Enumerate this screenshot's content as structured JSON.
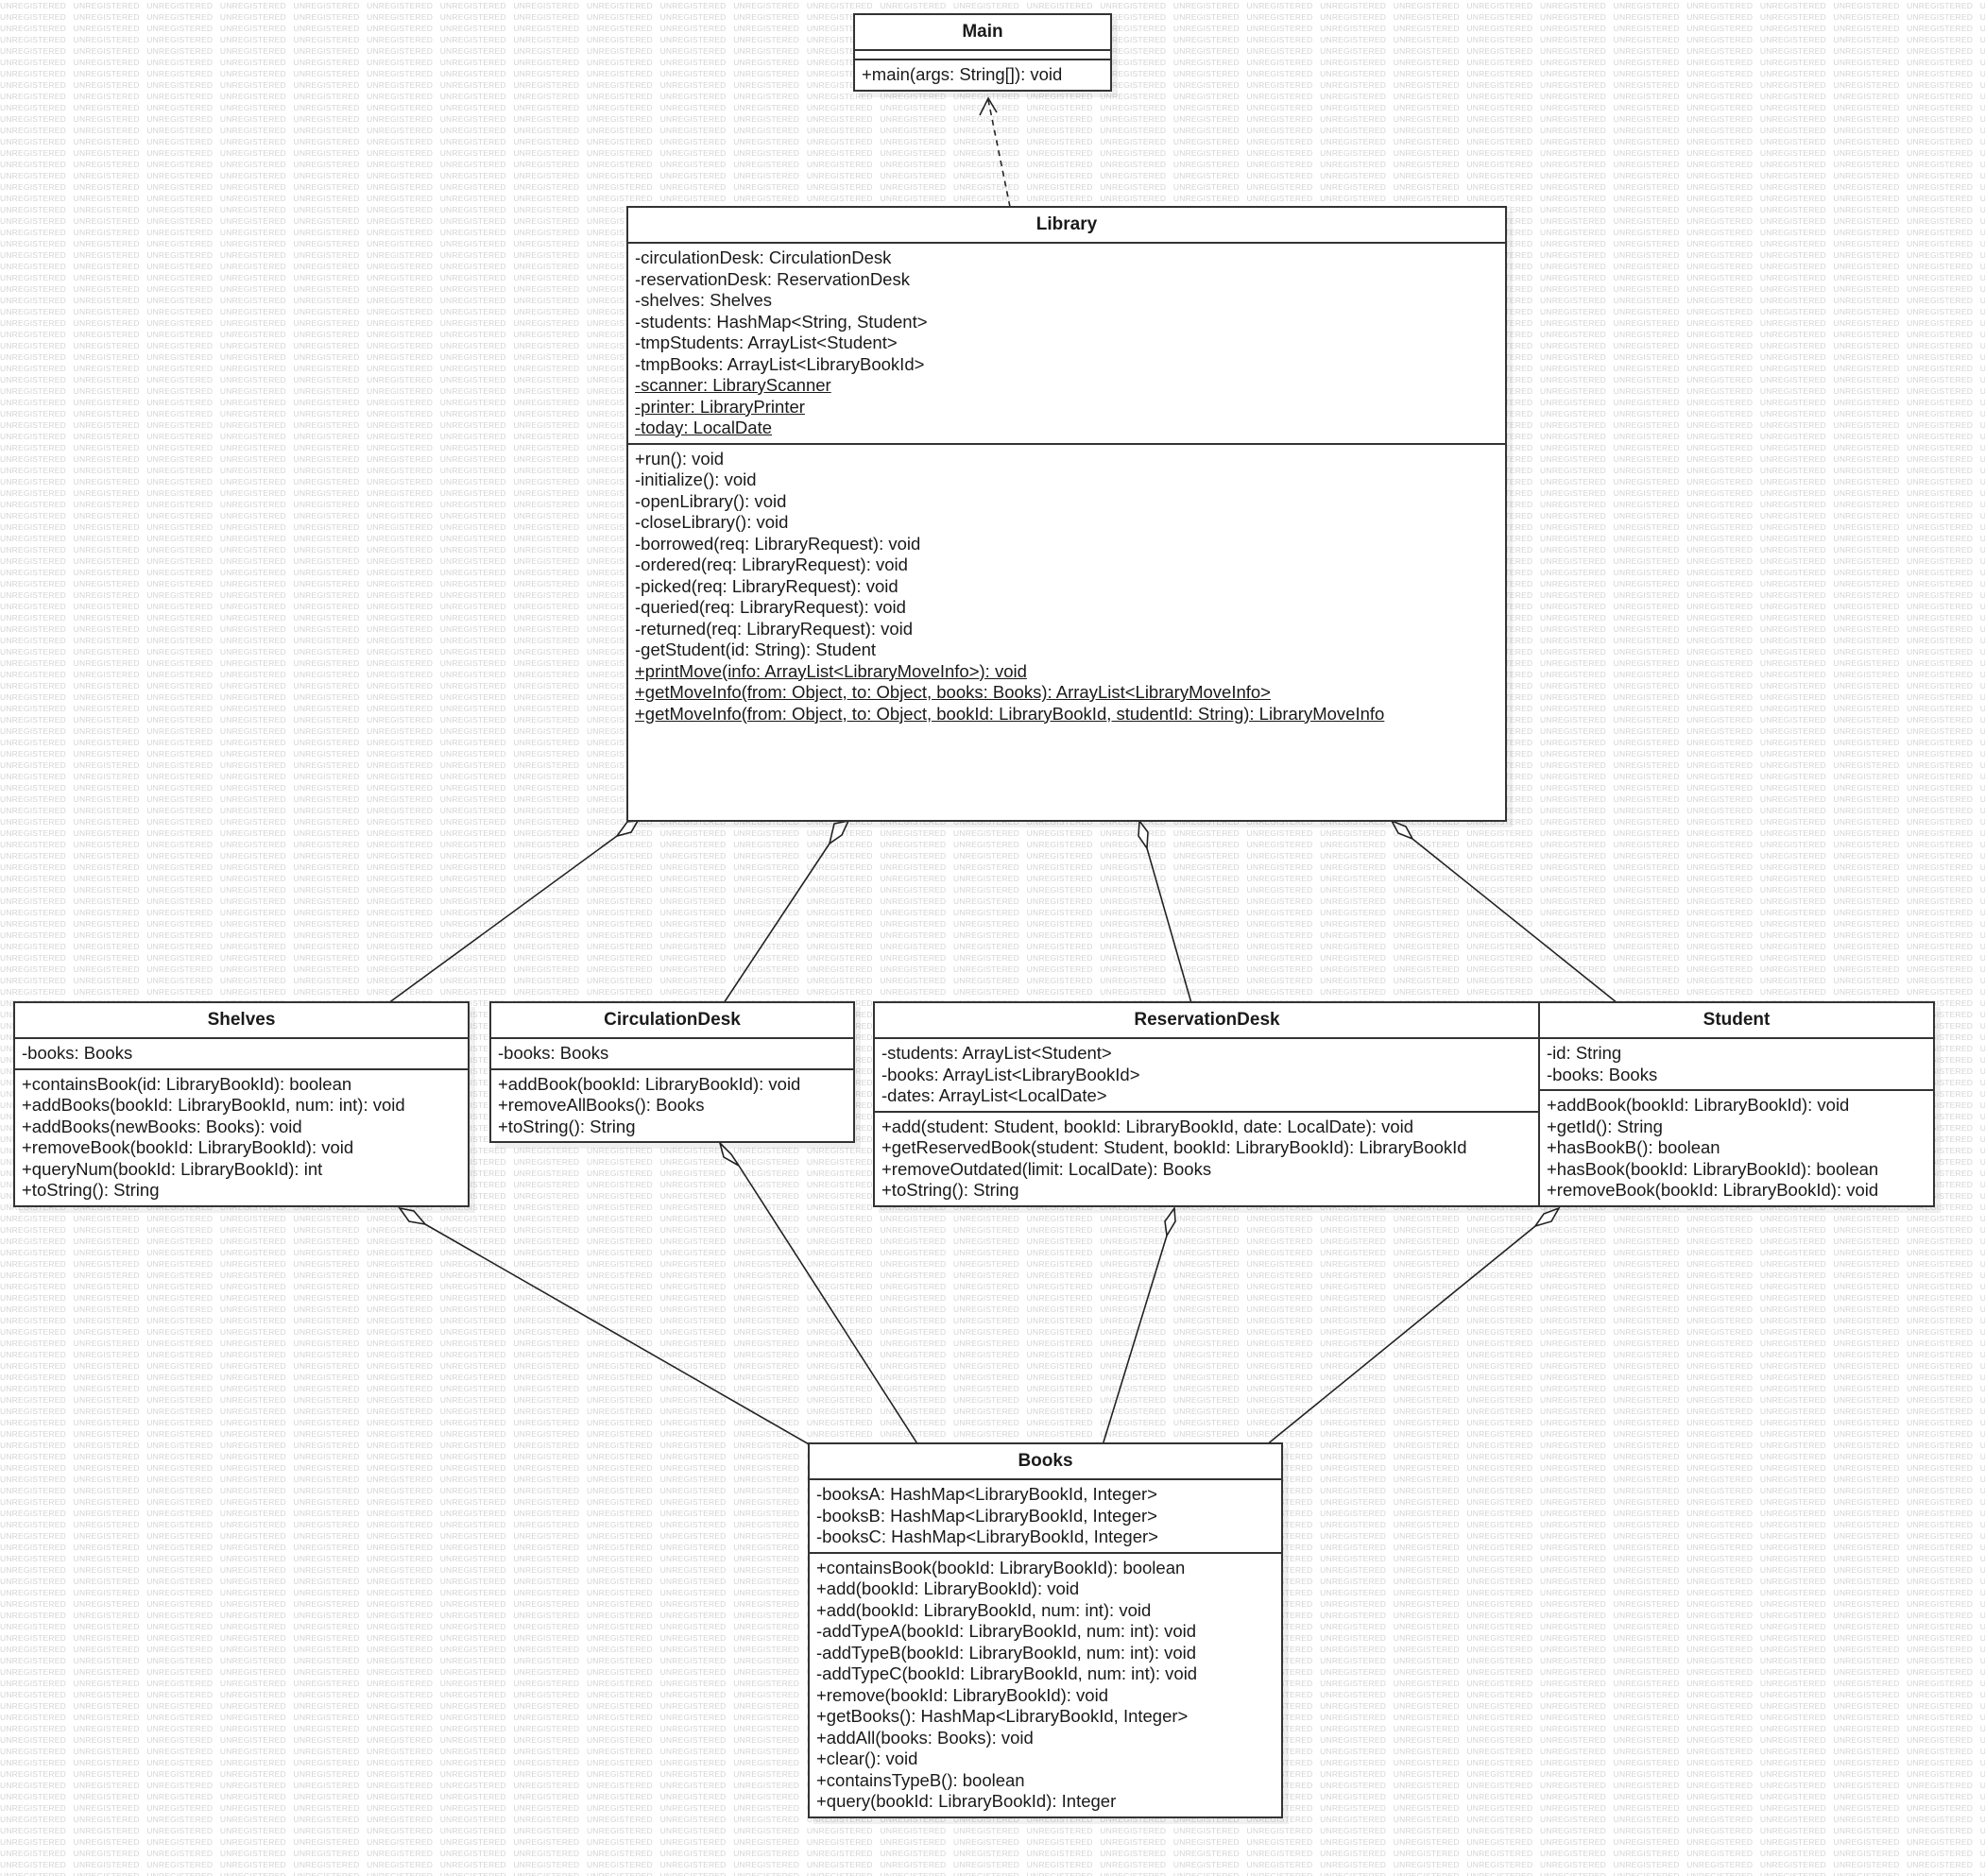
{
  "watermark_text": "UNREGISTERED",
  "colors": {
    "border": "#333333",
    "text": "#1a1a1a",
    "watermark": "#d4d4d4",
    "background": "#ffffff"
  },
  "classes": {
    "main": {
      "name": "Main",
      "attributes": [],
      "operations": [
        {
          "text": "+main(args: String[]): void",
          "static": false
        }
      ]
    },
    "library": {
      "name": "Library",
      "attributes": [
        {
          "text": "-circulationDesk: CirculationDesk",
          "static": false
        },
        {
          "text": "-reservationDesk: ReservationDesk",
          "static": false
        },
        {
          "text": "-shelves: Shelves",
          "static": false
        },
        {
          "text": "-students: HashMap<String, Student>",
          "static": false
        },
        {
          "text": "-tmpStudents: ArrayList<Student>",
          "static": false
        },
        {
          "text": "-tmpBooks: ArrayList<LibraryBookId>",
          "static": false
        },
        {
          "text": "-scanner: LibraryScanner",
          "static": true
        },
        {
          "text": "-printer: LibraryPrinter",
          "static": true
        },
        {
          "text": "-today: LocalDate",
          "static": true
        }
      ],
      "operations": [
        {
          "text": "+run(): void",
          "static": false
        },
        {
          "text": "-initialize(): void",
          "static": false
        },
        {
          "text": "-openLibrary(): void",
          "static": false
        },
        {
          "text": "-closeLibrary(): void",
          "static": false
        },
        {
          "text": "-borrowed(req: LibraryRequest): void",
          "static": false
        },
        {
          "text": "-ordered(req: LibraryRequest): void",
          "static": false
        },
        {
          "text": "-picked(req: LibraryRequest): void",
          "static": false
        },
        {
          "text": "-queried(req: LibraryRequest): void",
          "static": false
        },
        {
          "text": "-returned(req: LibraryRequest): void",
          "static": false
        },
        {
          "text": "-getStudent(id: String): Student",
          "static": false
        },
        {
          "text": "+printMove(info: ArrayList<LibraryMoveInfo>): void",
          "static": true
        },
        {
          "text": "+getMoveInfo(from: Object, to: Object, books: Books): ArrayList<LibraryMoveInfo>",
          "static": true
        },
        {
          "text": "+getMoveInfo(from: Object, to: Object, bookId: LibraryBookId, studentId: String): LibraryMoveInfo",
          "static": true
        }
      ]
    },
    "shelves": {
      "name": "Shelves",
      "attributes": [
        {
          "text": "-books: Books",
          "static": false
        }
      ],
      "operations": [
        {
          "text": "+containsBook(id: LibraryBookId): boolean",
          "static": false
        },
        {
          "text": "+addBooks(bookId: LibraryBookId, num: int): void",
          "static": false
        },
        {
          "text": "+addBooks(newBooks: Books): void",
          "static": false
        },
        {
          "text": "+removeBook(bookId: LibraryBookId): void",
          "static": false
        },
        {
          "text": "+queryNum(bookId: LibraryBookId): int",
          "static": false
        },
        {
          "text": "+toString(): String",
          "static": false
        }
      ]
    },
    "circulation_desk": {
      "name": "CirculationDesk",
      "attributes": [
        {
          "text": "-books: Books",
          "static": false
        }
      ],
      "operations": [
        {
          "text": "+addBook(bookId: LibraryBookId): void",
          "static": false
        },
        {
          "text": "+removeAllBooks(): Books",
          "static": false
        },
        {
          "text": "+toString(): String",
          "static": false
        }
      ]
    },
    "reservation_desk": {
      "name": "ReservationDesk",
      "attributes": [
        {
          "text": "-students: ArrayList<Student>",
          "static": false
        },
        {
          "text": "-books: ArrayList<LibraryBookId>",
          "static": false
        },
        {
          "text": "-dates: ArrayList<LocalDate>",
          "static": false
        }
      ],
      "operations": [
        {
          "text": "+add(student: Student, bookId: LibraryBookId, date: LocalDate): void",
          "static": false
        },
        {
          "text": "+getReservedBook(student: Student, bookId: LibraryBookId): LibraryBookId",
          "static": false
        },
        {
          "text": "+removeOutdated(limit: LocalDate): Books",
          "static": false
        },
        {
          "text": "+toString(): String",
          "static": false
        }
      ]
    },
    "student": {
      "name": "Student",
      "attributes": [
        {
          "text": "-id: String",
          "static": false
        },
        {
          "text": "-books: Books",
          "static": false
        }
      ],
      "operations": [
        {
          "text": "+addBook(bookId: LibraryBookId): void",
          "static": false
        },
        {
          "text": "+getId(): String",
          "static": false
        },
        {
          "text": "+hasBookB(): boolean",
          "static": false
        },
        {
          "text": "+hasBook(bookId: LibraryBookId): boolean",
          "static": false
        },
        {
          "text": "+removeBook(bookId: LibraryBookId): void",
          "static": false
        }
      ]
    },
    "books": {
      "name": "Books",
      "attributes": [
        {
          "text": "-booksA: HashMap<LibraryBookId, Integer>",
          "static": false
        },
        {
          "text": "-booksB: HashMap<LibraryBookId, Integer>",
          "static": false
        },
        {
          "text": "-booksC: HashMap<LibraryBookId, Integer>",
          "static": false
        }
      ],
      "operations": [
        {
          "text": "+containsBook(bookId: LibraryBookId): boolean",
          "static": false
        },
        {
          "text": "+add(bookId: LibraryBookId): void",
          "static": false
        },
        {
          "text": "+add(bookId: LibraryBookId, num: int): void",
          "static": false
        },
        {
          "text": "-addTypeA(bookId: LibraryBookId, num: int): void",
          "static": false
        },
        {
          "text": "-addTypeB(bookId: LibraryBookId, num: int): void",
          "static": false
        },
        {
          "text": "-addTypeC(bookId: LibraryBookId, num: int): void",
          "static": false
        },
        {
          "text": "+remove(bookId: LibraryBookId): void",
          "static": false
        },
        {
          "text": "+getBooks(): HashMap<LibraryBookId, Integer>",
          "static": false
        },
        {
          "text": "+addAll(books: Books): void",
          "static": false
        },
        {
          "text": "+clear(): void",
          "static": false
        },
        {
          "text": "+containsTypeB(): boolean",
          "static": false
        },
        {
          "text": "+query(bookId: LibraryBookId): Integer",
          "static": false
        }
      ]
    }
  },
  "relationships": [
    {
      "type": "dependency",
      "from": "Library",
      "to": "Main"
    },
    {
      "type": "aggregation",
      "whole": "Library",
      "part": "Shelves"
    },
    {
      "type": "aggregation",
      "whole": "Library",
      "part": "CirculationDesk"
    },
    {
      "type": "aggregation",
      "whole": "Library",
      "part": "ReservationDesk"
    },
    {
      "type": "aggregation",
      "whole": "Library",
      "part": "Student"
    },
    {
      "type": "aggregation",
      "whole": "Shelves",
      "part": "Books"
    },
    {
      "type": "aggregation",
      "whole": "CirculationDesk",
      "part": "Books"
    },
    {
      "type": "aggregation",
      "whole": "ReservationDesk",
      "part": "Books"
    },
    {
      "type": "aggregation",
      "whole": "Student",
      "part": "Books"
    }
  ]
}
